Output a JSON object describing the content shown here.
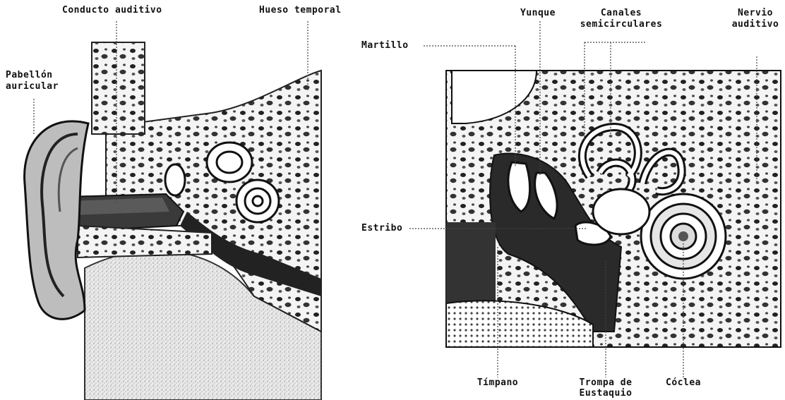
{
  "diagram": {
    "left_panel_labels": {
      "auditory_canal": "Conducto auditivo",
      "temporal_bone": "Hueso temporal",
      "pinna_line1": "Pabellón",
      "pinna_line2": "auricular"
    },
    "right_panel_labels": {
      "incus": "Yunque",
      "semicircular_line1": "Canales",
      "semicircular_line2": "semicirculares",
      "nerve_line1": "Nervio",
      "nerve_line2": "auditivo",
      "malleus": "Martillo",
      "stapes": "Estribo",
      "eardrum": "Tímpano",
      "eustachian_line1": "Trompa de",
      "eustachian_line2": "Eustaquio",
      "cochlea": "Cóclea"
    }
  }
}
